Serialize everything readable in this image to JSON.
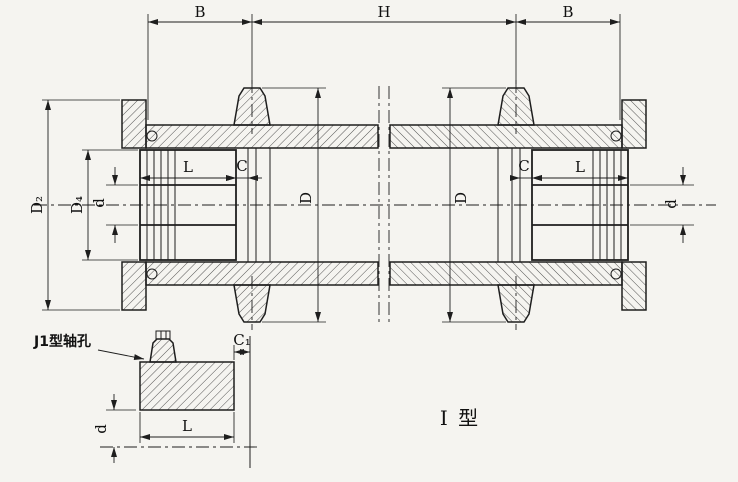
{
  "drawing": {
    "title": "I 型",
    "background": "#f5f4f0",
    "ink": "#1e1e1e"
  },
  "main_view": {
    "top_dims": {
      "b_left": "B",
      "h": "H",
      "b_right": "B"
    },
    "left_dims": {
      "d2": "D₂",
      "d4": "D₄",
      "d": "d"
    },
    "hub_left_dims": {
      "l": "L",
      "c": "C"
    },
    "inner_dims": {
      "d_left": "D",
      "d_right": "D"
    },
    "hub_right_dims": {
      "c": "C",
      "l": "L"
    },
    "right_dims": {
      "d": "d"
    }
  },
  "detail_view": {
    "callout": "J1型轴孔",
    "dims": {
      "c1": "C₁",
      "l": "L",
      "d": "d"
    }
  }
}
